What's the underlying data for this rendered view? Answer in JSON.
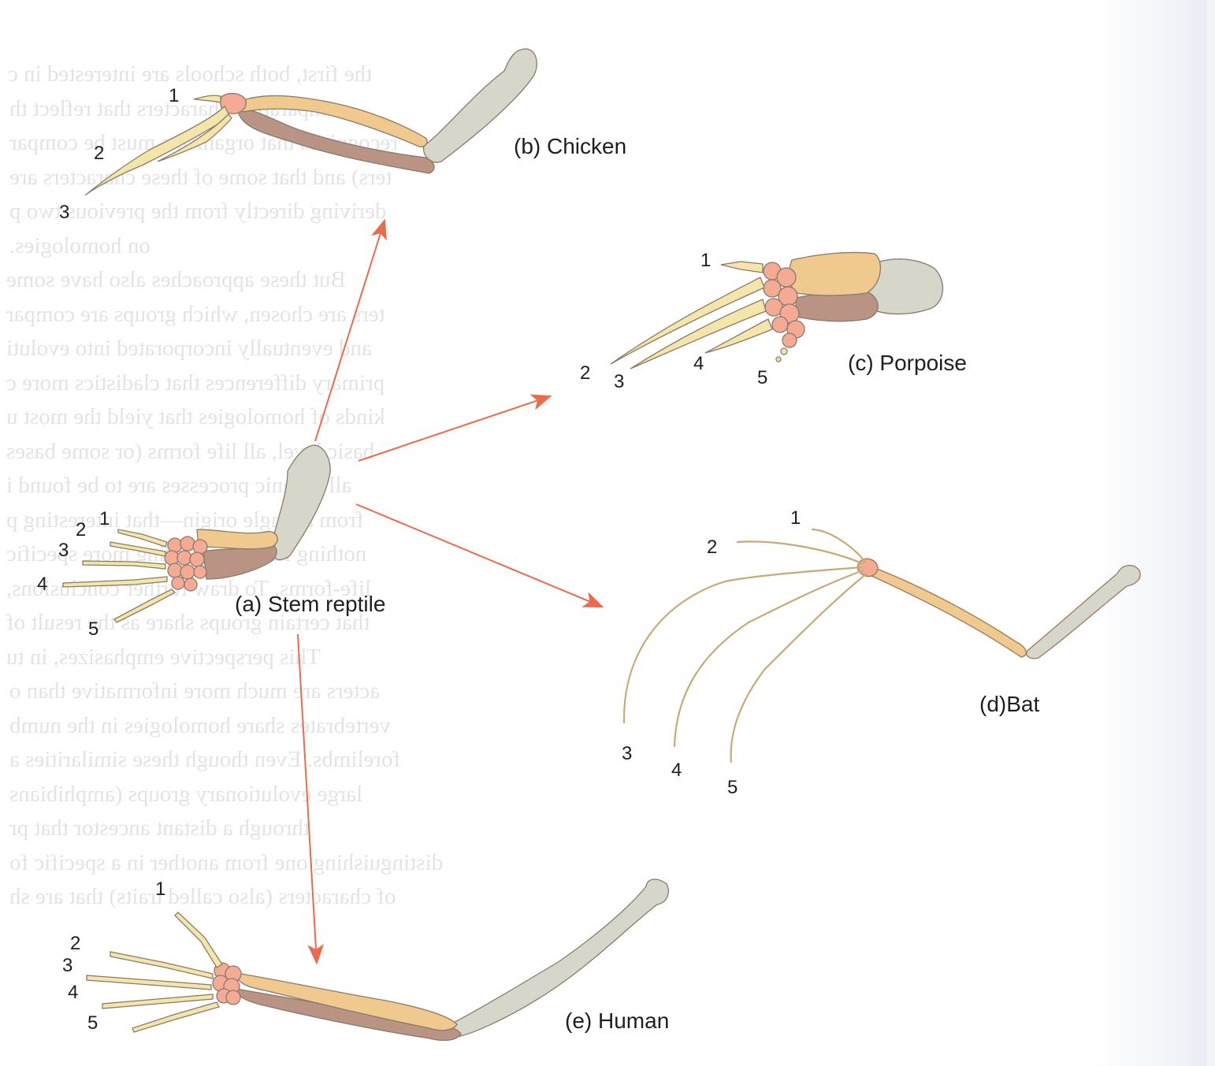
{
  "panels": {
    "stem_reptile": {
      "caption": "(a) Stem reptile",
      "digits": [
        "1",
        "2",
        "3",
        "4",
        "5"
      ]
    },
    "chicken": {
      "caption": "(b) Chicken",
      "digits": [
        "1",
        "2",
        "3"
      ]
    },
    "porpoise": {
      "caption": "(c) Porpoise",
      "digits": [
        "1",
        "2",
        "3",
        "4",
        "5"
      ]
    },
    "bat": {
      "caption": "(d)Bat",
      "digits": [
        "1",
        "2",
        "3",
        "4",
        "5"
      ]
    },
    "human": {
      "caption": "(e) Human",
      "digits": [
        "1",
        "2",
        "3",
        "4",
        "5"
      ]
    }
  },
  "show_through_text": [
    "the first, both schools are interested in c",
    "comparative characters that reflect th",
    "recognizes that organisms must be compar",
    "ters) and that some of these characters are",
    "deriving directly from the previous two p",
    "on homologies.",
    "But these approaches also have some",
    "ters are chosen, which groups are compar",
    "and eventually incorporated into evoluti",
    "primary differences that cladistics more c",
    "kinds of homologies that yield the most u",
    "basic level, all life forms (or some bases",
    "all organic processes are to be found i",
    "from a single origin—that interesting p",
    "nothing further regarding more specific",
    "life-forms. To draw further conclusions,",
    "that certain groups share as the result of",
    "This perspective emphasizes, in tu",
    "acters are much more informative than o",
    "vertebrates share homologies in the numb",
    "forelimbs. Even though these similarities a",
    "large evolutionary groups (amphibians",
    "through a distant ancestor that pr",
    "distinguishing one from another in a specific fo",
    "of characters (also called traits) that are sh"
  ],
  "colors": {
    "arrow": "#ec6a4c",
    "humerus": "#d6d6cb",
    "ulna": "#b99383",
    "radius": "#f0c98e",
    "carpal": "#f5aa93",
    "phalanx": "#f4e6ab",
    "label": "#1e1e1e"
  }
}
